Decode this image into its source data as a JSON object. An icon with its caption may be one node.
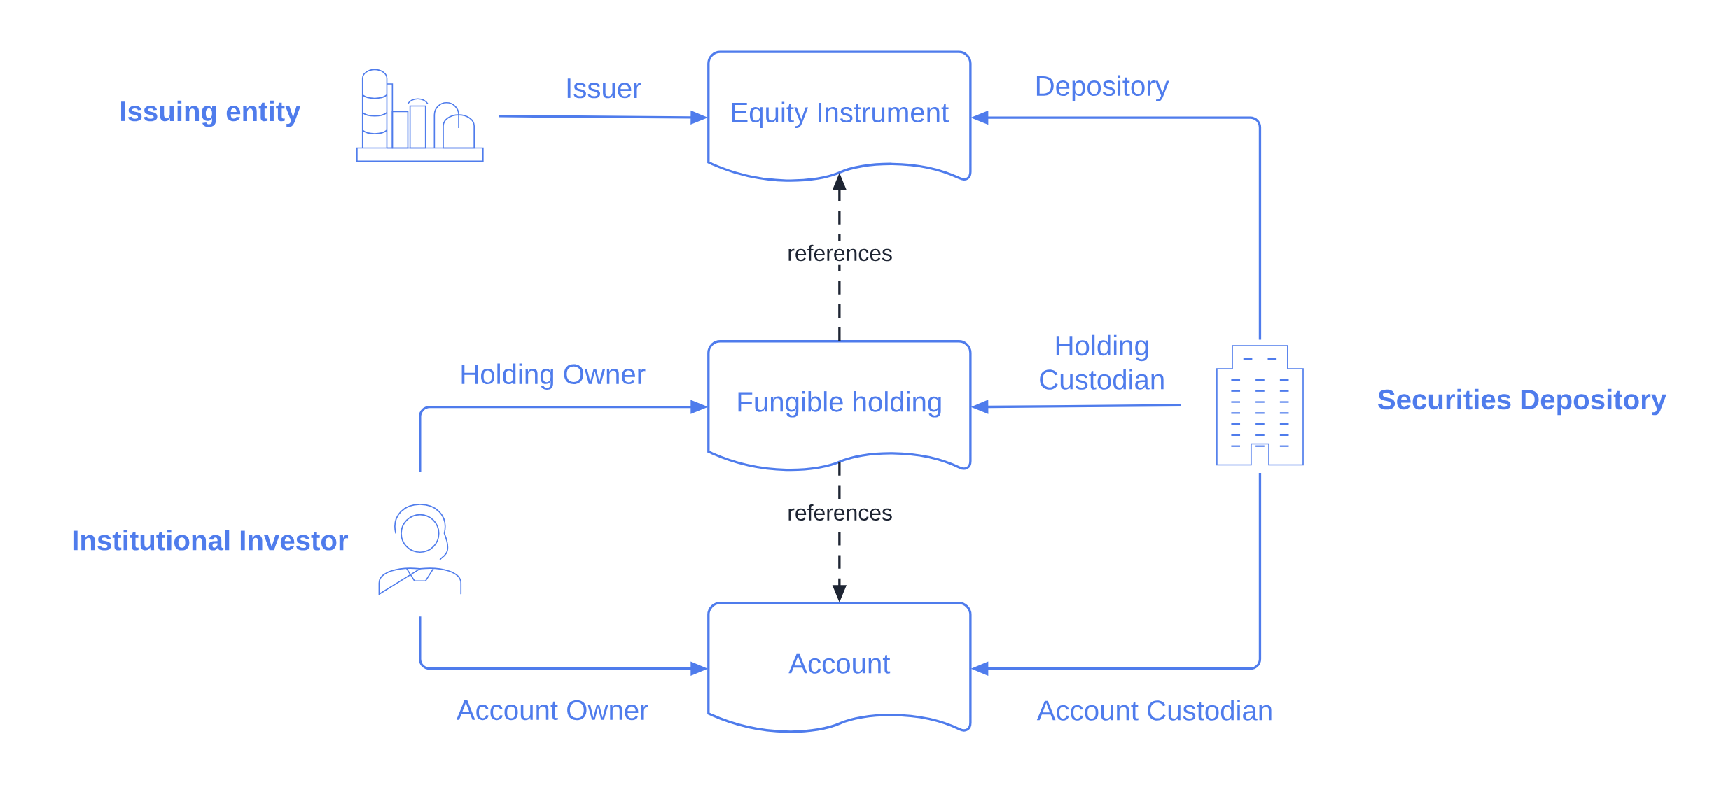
{
  "diagram": {
    "nodes": [
      {
        "text": [],
        "shape": "picture",
        "beside": [
          "Issuing entity"
        ]
      },
      {
        "text": [
          "Equity Instrument"
        ]
      },
      {
        "text": [
          "Fungible holding"
        ]
      },
      {
        "text": [
          "Account"
        ]
      },
      {
        "text": [],
        "shape": "person",
        "beside": [
          "Institutional Investor"
        ]
      },
      {
        "text": [],
        "shape": "picture",
        "beside": [
          "Securities Depository"
        ]
      }
    ],
    "edges": [
      {
        "from": 0,
        "to": 1,
        "arrow": "to",
        "label": "Issuer"
      },
      {
        "from": 5,
        "to": 1,
        "arrow": "to",
        "label": "Depository"
      },
      {
        "from": 2,
        "to": 1,
        "arrow": "to",
        "label": "references",
        "style": "dashed",
        "color": "#1e2533"
      },
      {
        "from": 4,
        "to": 2,
        "arrow": "to",
        "label": "Holding Owner"
      },
      {
        "from": 5,
        "to": 2,
        "arrow": "to",
        "label": "Holding Custodian"
      },
      {
        "from": 2,
        "to": 3,
        "arrow": "to",
        "label": "references",
        "style": "dashed",
        "color": "#1e2533"
      },
      {
        "from": 4,
        "to": 3,
        "arrow": "to",
        "label": "Account Owner"
      },
      {
        "from": 5,
        "to": 3,
        "arrow": "to",
        "label": "Account Custodian"
      }
    ]
  }
}
